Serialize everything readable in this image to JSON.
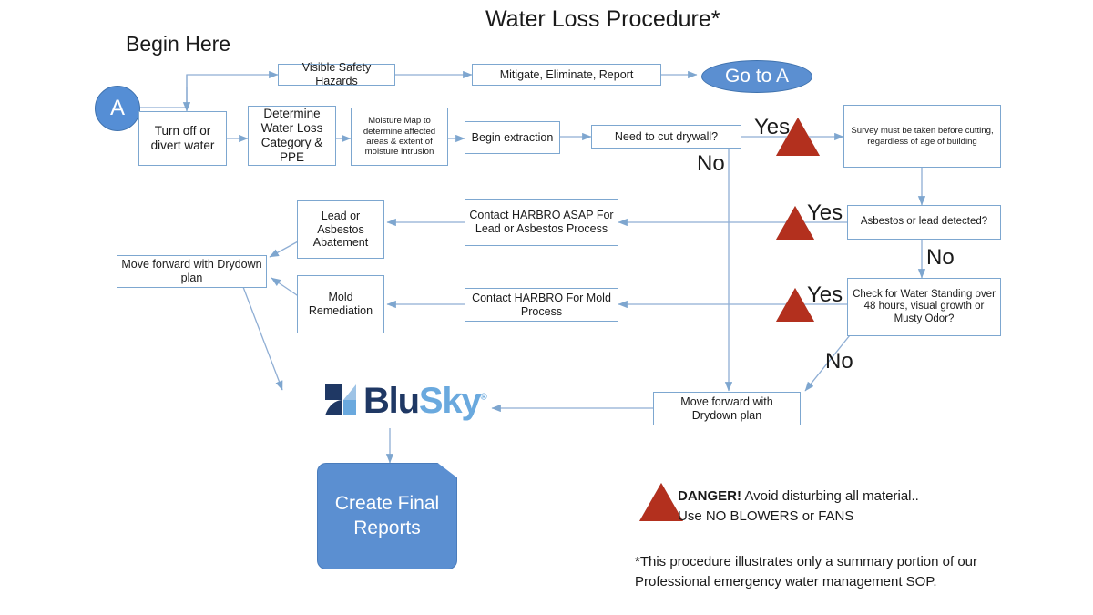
{
  "title": "Water Loss Procedure*",
  "begin_here": "Begin Here",
  "start_circle": "A",
  "goto_circle": "Go to A",
  "nodes": {
    "visible_safety_hazards": "Visible Safety Hazards",
    "mitigate": "Mitigate, Eliminate, Report",
    "turn_off": "Turn off or divert water",
    "determine": "Determine Water Loss Category & PPE",
    "moisture_map": "Moisture Map to determine affected areas & extent of moisture intrusion",
    "begin_extraction": "Begin extraction",
    "cut_drywall": "Need to cut drywall?",
    "survey": "Survey must be taken before cutting, regardless of age of building",
    "asbestos_detect": "Asbestos or lead detected?",
    "water_standing": "Check for Water Standing over 48 hours, visual growth or Musty Odor?",
    "contact_harbro_lead": "Contact HARBRO ASAP For Lead or Asbestos Process",
    "contact_harbro_mold": "Contact HARBRO For Mold Process",
    "lead_abatement": "Lead or Asbestos Abatement",
    "mold_remediation": "Mold Remediation",
    "drydown_left": "Move forward with Drydown plan",
    "drydown_bottom": "Move forward with Drydown plan",
    "create_final_reports": "Create Final Reports"
  },
  "labels": {
    "yes_drywall": "Yes",
    "no_drywall": "No",
    "yes_asbestos": "Yes",
    "no_asbestos": "No",
    "yes_water": "Yes",
    "no_water": "No"
  },
  "logo": {
    "blu": "Blu",
    "sky": "Sky",
    "tm": "®"
  },
  "legend": {
    "danger_bold": "DANGER!",
    "danger_rest": " Avoid disturbing all material..",
    "danger_line2": "Use NO BLOWERS or FANS"
  },
  "footnote": {
    "line1": "*This procedure illustrates only a summary portion of our",
    "line2": "Professional emergency water management SOP."
  },
  "colors": {
    "box_border": "#7da7d0",
    "node_fill": "#ffffff",
    "accent_blue": "#5b8fd1",
    "connector": "#8faed4",
    "danger_red": "#b3301e",
    "logo_dark": "#1f3864",
    "logo_light": "#6aa9de"
  }
}
